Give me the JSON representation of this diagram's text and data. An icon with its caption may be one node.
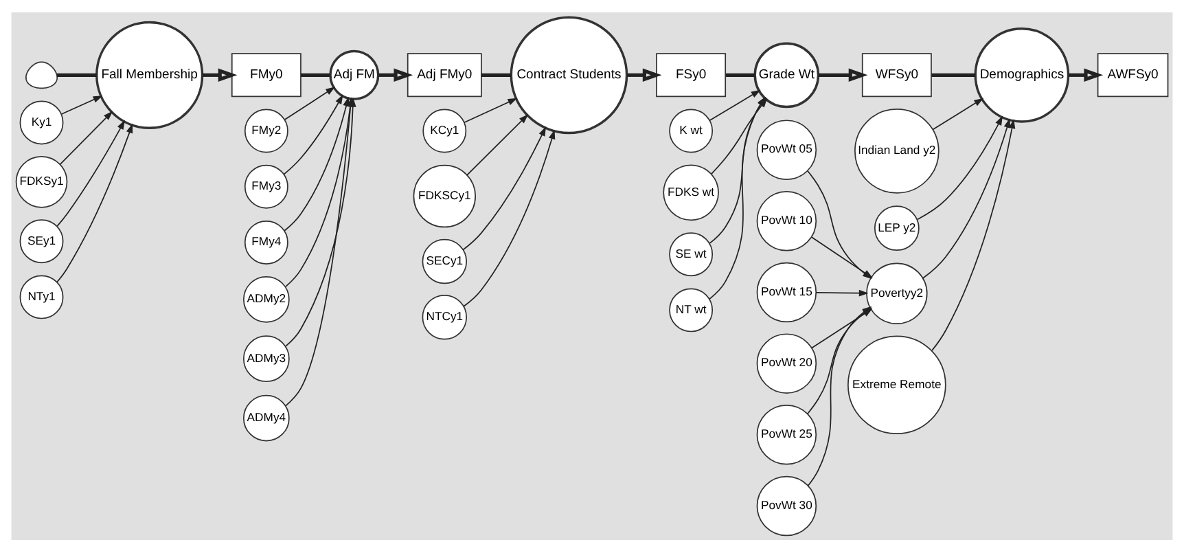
{
  "diagram": {
    "nodes": [
      {
        "text": [],
        "shape": "cloud"
      },
      {
        "text": [
          "Ky1"
        ]
      },
      {
        "text": [
          "FDKSy1"
        ]
      },
      {
        "text": [
          "Fall Membership"
        ]
      },
      {
        "text": [
          "SEy1"
        ]
      },
      {
        "text": [
          "NTy1"
        ]
      },
      {
        "text": [
          "FMy0"
        ]
      },
      {
        "text": [
          "FMy2"
        ]
      },
      {
        "text": [
          "FMy3"
        ]
      },
      {
        "text": [
          "FMy4"
        ]
      },
      {
        "text": [
          "Adj FM"
        ]
      },
      {
        "text": [
          "ADMy2"
        ]
      },
      {
        "text": [
          "ADMy3"
        ]
      },
      {
        "text": [
          "ADMy4"
        ]
      },
      {
        "text": [
          "Adj FMy0"
        ]
      },
      {
        "text": [
          "KCy1"
        ]
      },
      {
        "text": [
          "FDKSCy1"
        ]
      },
      {
        "text": [
          "Contract Students"
        ]
      },
      {
        "text": [
          "SECy1"
        ]
      },
      {
        "text": [
          "NTCy1"
        ]
      },
      {
        "text": [
          "FSy0"
        ]
      },
      {
        "text": [
          "K wt"
        ]
      },
      {
        "text": [
          "FDKS wt"
        ]
      },
      {
        "text": [
          "Grade Wt"
        ]
      },
      {
        "text": [
          "SE wt"
        ]
      },
      {
        "text": [
          "NT wt"
        ]
      },
      {
        "text": [
          "WFSy0"
        ]
      },
      {
        "text": [
          "Indian Land y2"
        ]
      },
      {
        "text": [
          "LEP y2"
        ]
      },
      {
        "text": [
          "Demographics"
        ]
      },
      {
        "text": [
          "Povertyy2"
        ]
      },
      {
        "text": [
          "Extreme Remote"
        ]
      },
      {
        "text": [
          "PovWt 05"
        ]
      },
      {
        "text": [
          "PovWt 10"
        ]
      },
      {
        "text": [
          "PovWt 15"
        ]
      },
      {
        "text": [
          "PovWt 20"
        ]
      },
      {
        "text": [
          "PovWt 25"
        ]
      },
      {
        "text": [
          "PovWt 30"
        ]
      },
      {
        "text": [
          "AWFSy0"
        ]
      }
    ],
    "edges": [
      {
        "from": 0,
        "to": 3,
        "arrow": "none",
        "style": "thick"
      },
      {
        "from": 3,
        "to": 6,
        "arrow": "to",
        "style": "thick"
      },
      {
        "from": 6,
        "to": 10,
        "arrow": "none",
        "style": "thick"
      },
      {
        "from": 10,
        "to": 14,
        "arrow": "to",
        "style": "thick"
      },
      {
        "from": 14,
        "to": 17,
        "arrow": "none",
        "style": "thick"
      },
      {
        "from": 17,
        "to": 20,
        "arrow": "to",
        "style": "thick"
      },
      {
        "from": 20,
        "to": 23,
        "arrow": "none",
        "style": "thick"
      },
      {
        "from": 23,
        "to": 26,
        "arrow": "to",
        "style": "thick"
      },
      {
        "from": 26,
        "to": 29,
        "arrow": "none",
        "style": "thick"
      },
      {
        "from": 29,
        "to": 38,
        "arrow": "to",
        "style": "thick"
      },
      {
        "from": 1,
        "to": 3,
        "arrow": "to"
      },
      {
        "from": 2,
        "to": 3,
        "arrow": "to"
      },
      {
        "from": 4,
        "to": 3,
        "arrow": "to"
      },
      {
        "from": 5,
        "to": 3,
        "arrow": "to"
      },
      {
        "from": 7,
        "to": 10,
        "arrow": "to"
      },
      {
        "from": 8,
        "to": 10,
        "arrow": "to"
      },
      {
        "from": 9,
        "to": 10,
        "arrow": "to"
      },
      {
        "from": 11,
        "to": 10,
        "arrow": "to"
      },
      {
        "from": 12,
        "to": 10,
        "arrow": "to"
      },
      {
        "from": 13,
        "to": 10,
        "arrow": "to"
      },
      {
        "from": 15,
        "to": 17,
        "arrow": "to"
      },
      {
        "from": 16,
        "to": 17,
        "arrow": "to"
      },
      {
        "from": 18,
        "to": 17,
        "arrow": "to"
      },
      {
        "from": 19,
        "to": 17,
        "arrow": "to"
      },
      {
        "from": 21,
        "to": 23,
        "arrow": "to"
      },
      {
        "from": 22,
        "to": 23,
        "arrow": "to"
      },
      {
        "from": 24,
        "to": 23,
        "arrow": "to"
      },
      {
        "from": 25,
        "to": 23,
        "arrow": "to"
      },
      {
        "from": 27,
        "to": 29,
        "arrow": "to"
      },
      {
        "from": 28,
        "to": 29,
        "arrow": "to"
      },
      {
        "from": 30,
        "to": 29,
        "arrow": "to"
      },
      {
        "from": 31,
        "to": 29,
        "arrow": "to"
      },
      {
        "from": 32,
        "to": 30,
        "arrow": "to"
      },
      {
        "from": 33,
        "to": 30,
        "arrow": "to"
      },
      {
        "from": 34,
        "to": 30,
        "arrow": "to"
      },
      {
        "from": 35,
        "to": 30,
        "arrow": "to"
      },
      {
        "from": 36,
        "to": 30,
        "arrow": "to"
      },
      {
        "from": 37,
        "to": 30,
        "arrow": "to"
      }
    ]
  }
}
